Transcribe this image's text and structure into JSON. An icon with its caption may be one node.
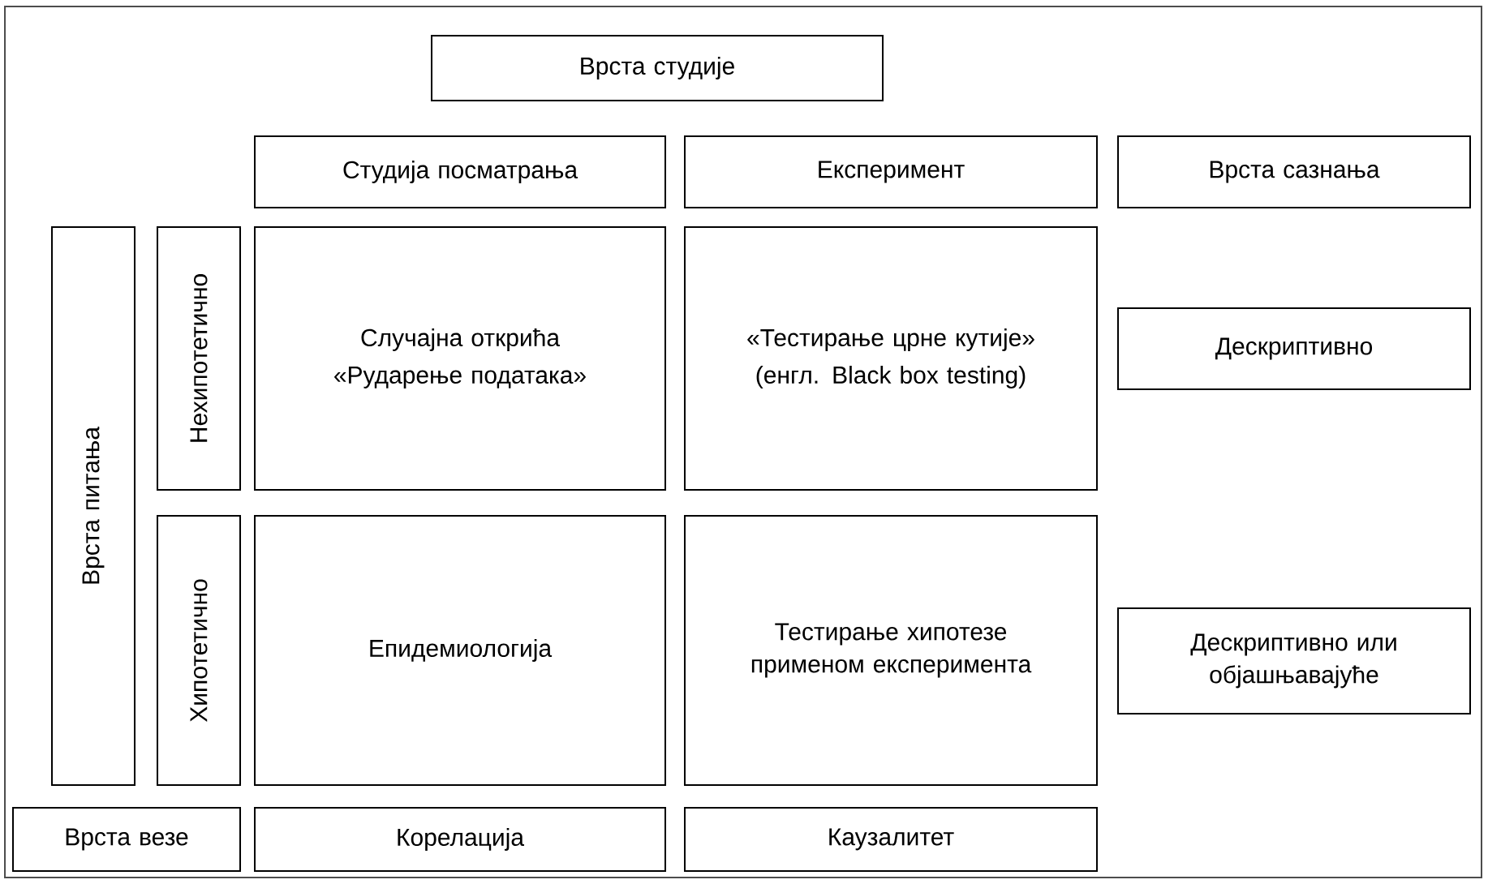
{
  "diagram": {
    "nodes": [
      {
        "text": [
          "Врста студије"
        ]
      },
      {
        "text": [
          "Студија посматрања"
        ]
      },
      {
        "text": [
          "Експеримент"
        ]
      },
      {
        "text": [
          "Врста сазнања"
        ]
      },
      {
        "text": [
          "Врста питања"
        ]
      },
      {
        "text": [
          "Нехипотетично"
        ]
      },
      {
        "text": [
          "Случајна открића",
          "«Рударење података»"
        ]
      },
      {
        "text": [
          "«Тестирање црне кутије»",
          "(енгл. Black box testing)"
        ]
      },
      {
        "text": [
          "Дескриптивно"
        ]
      },
      {
        "text": [
          "Хипотетично"
        ]
      },
      {
        "text": [
          "Епидемиологија"
        ]
      },
      {
        "text": [
          "Тестирање хипотезе применом експеримента"
        ]
      },
      {
        "text": [
          "Дескриптивно или објашњавајуће"
        ]
      },
      {
        "text": [
          "Врста везе"
        ]
      },
      {
        "text": [
          "Корелација"
        ]
      },
      {
        "text": [
          "Каузалитет"
        ]
      }
    ]
  }
}
